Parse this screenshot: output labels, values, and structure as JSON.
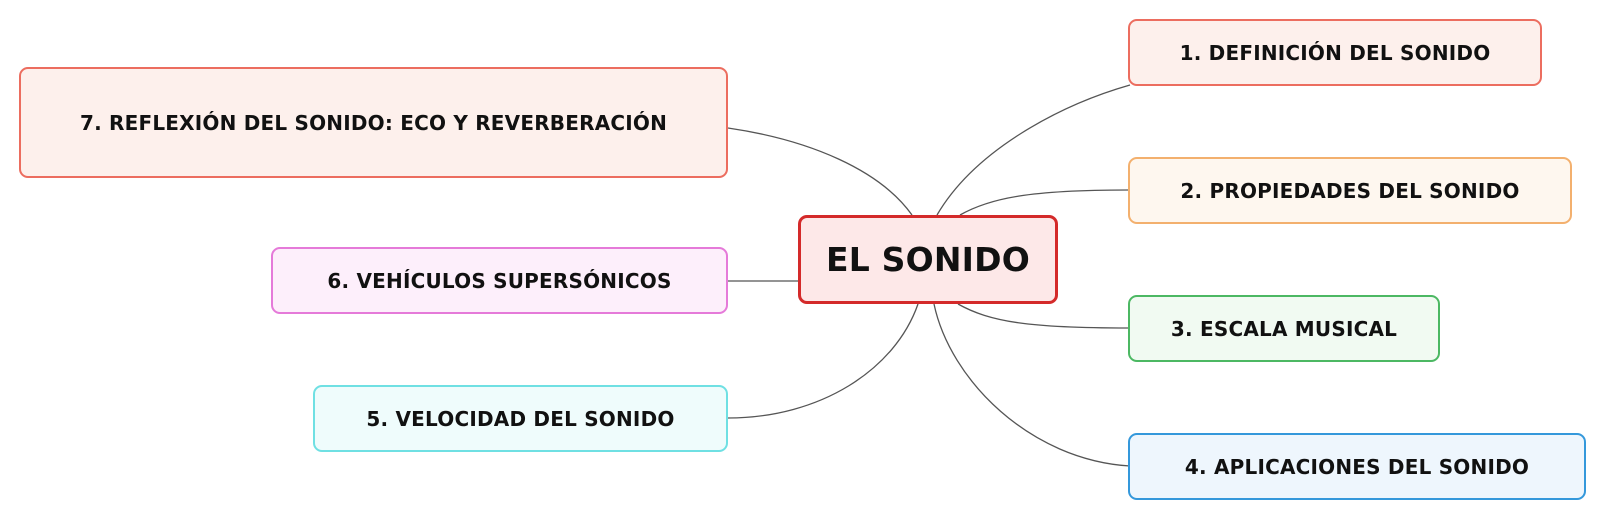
{
  "center": {
    "label": "EL SONIDO",
    "border_color": "#d42a2a",
    "fill_color": "#fde8e8"
  },
  "topics": [
    {
      "label": "1. DEFINICIÓN DEL SONIDO",
      "border_color": "#ec6d5f",
      "fill_color": "#fdf0ec"
    },
    {
      "label": "2. PROPIEDADES DEL SONIDO",
      "border_color": "#f3b06e",
      "fill_color": "#fef7ef"
    },
    {
      "label": "3. ESCALA MUSICAL",
      "border_color": "#4cb863",
      "fill_color": "#f1faf2"
    },
    {
      "label": "4. APLICACIONES DEL SONIDO",
      "border_color": "#3498db",
      "fill_color": "#eef6fd"
    },
    {
      "label": "5. VELOCIDAD DEL SONIDO",
      "border_color": "#6fe0e3",
      "fill_color": "#effcfc"
    },
    {
      "label": "6. VEHÍCULOS SUPERSÓNICOS",
      "border_color": "#e57ad9",
      "fill_color": "#fdeffb"
    },
    {
      "label": "7. REFLEXIÓN DEL SONIDO: ECO Y REVERBERACIÓN",
      "border_color": "#ec6d5f",
      "fill_color": "#fdf0ec"
    }
  ],
  "connector_color": "#555555"
}
